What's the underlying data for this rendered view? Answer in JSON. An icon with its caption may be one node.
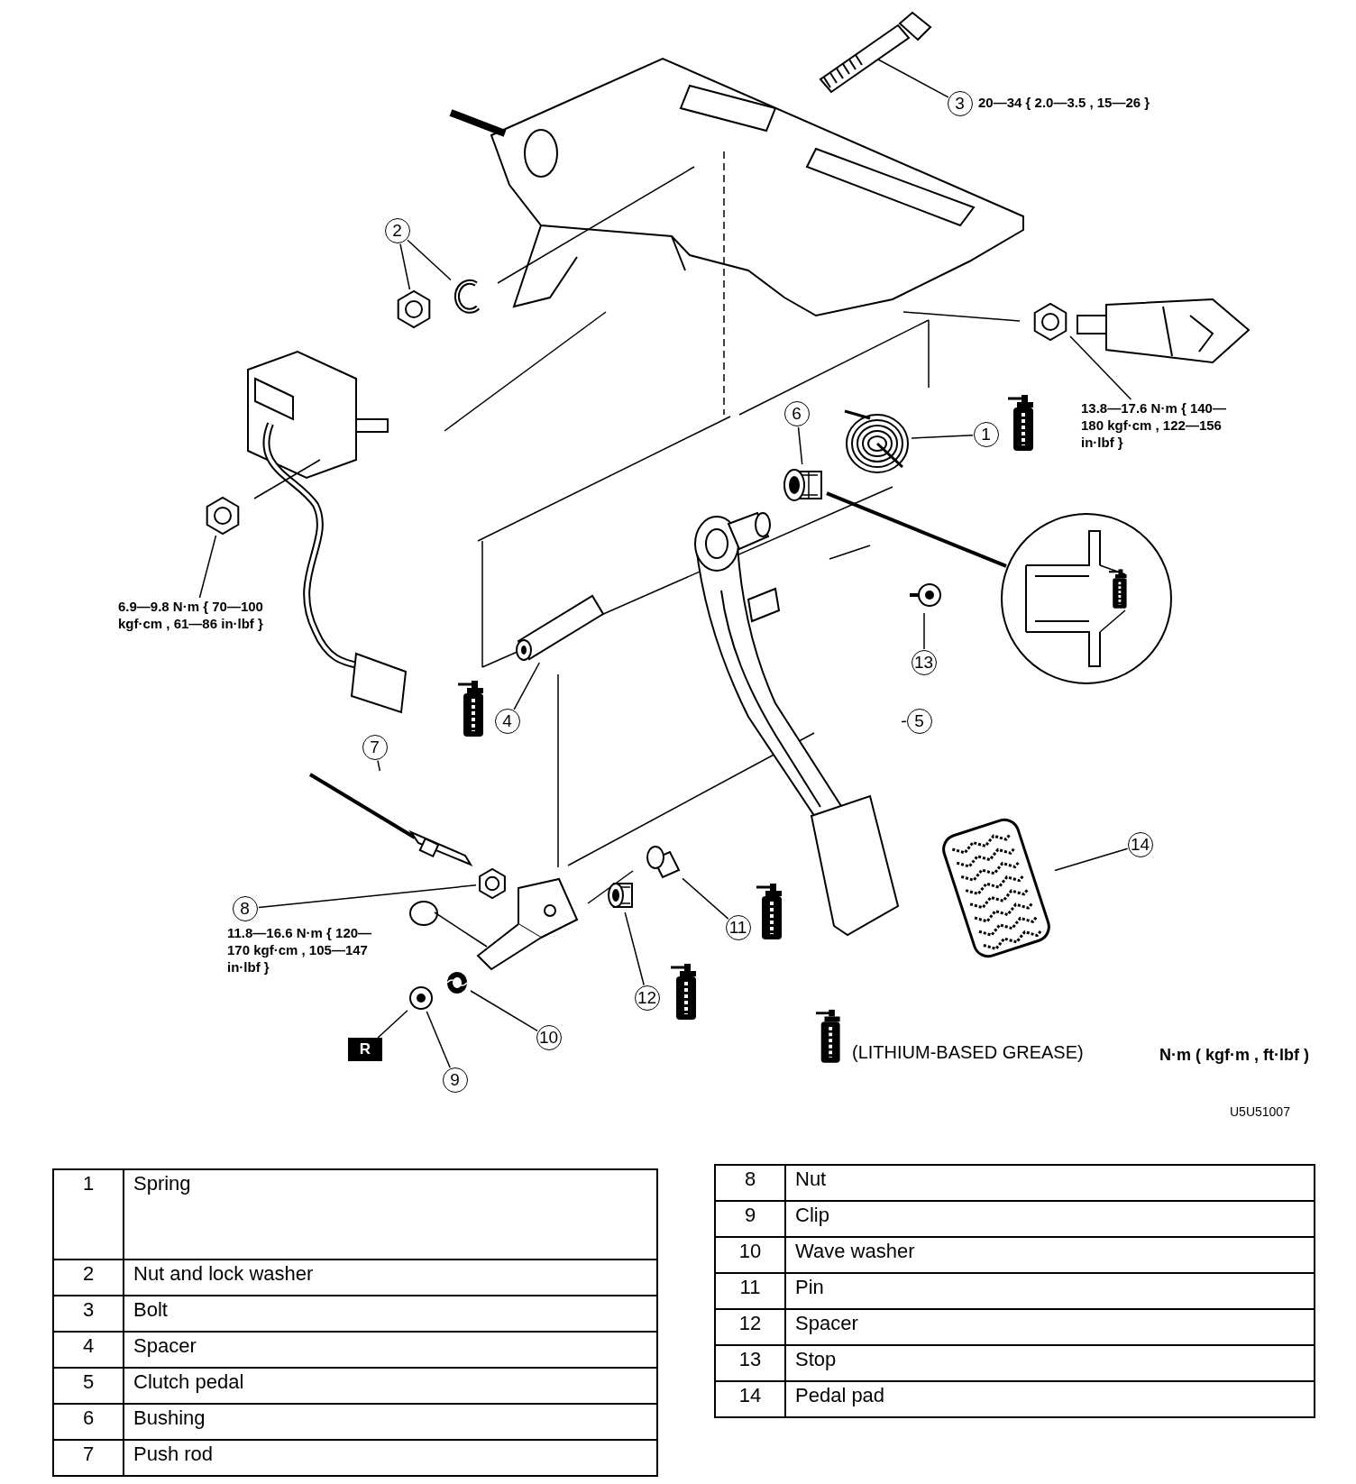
{
  "diagram": {
    "nodes": [
      {
        "text": [
          "1"
        ]
      },
      {
        "text": [],
        "shape": "picture"
      },
      {
        "text": [
          "2"
        ]
      },
      {
        "text": [],
        "shape": "picture"
      },
      {
        "text": [],
        "shape": "picture"
      },
      {
        "text": [
          "3"
        ],
        "beside": [
          "20—34 { 2.0—3.5 , 15—26 }"
        ]
      },
      {
        "text": [],
        "shape": "picture"
      },
      {
        "text": [
          "4"
        ]
      },
      {
        "text": [],
        "shape": "picture"
      },
      {
        "text": [
          "5"
        ]
      },
      {
        "text": [],
        "shape": "picture"
      },
      {
        "text": [
          "6"
        ]
      },
      {
        "text": [],
        "shape": "picture"
      },
      {
        "text": [
          "7"
        ]
      },
      {
        "text": [],
        "shape": "picture"
      },
      {
        "text": [
          "8"
        ],
        "beside": [
          "11.8—16.6 N·m { 120—170 kgf·cm , 105—147 in·lbf }"
        ]
      },
      {
        "text": [],
        "shape": "picture"
      },
      {
        "text": [
          "9"
        ]
      },
      {
        "text": [],
        "shape": "picture"
      },
      {
        "text": [
          "10"
        ]
      },
      {
        "text": [],
        "shape": "picture"
      },
      {
        "text": [
          "11"
        ]
      },
      {
        "text": [],
        "shape": "picture"
      },
      {
        "text": [
          "12"
        ]
      },
      {
        "text": [],
        "shape": "picture"
      },
      {
        "text": [
          "13"
        ]
      },
      {
        "text": [],
        "shape": "picture"
      },
      {
        "text": [
          "14"
        ]
      },
      {
        "text": [],
        "shape": "picture"
      },
      {
        "text": [
          "13.8—17.6 N·m { 140—180 kgf·cm , 122—156 in·lbf }"
        ]
      },
      {
        "text": [],
        "shape": "picture"
      },
      {
        "text": [
          "6.9—9.8 N·m { 70—100 kgf·cm , 61—86 in·lbf }"
        ]
      },
      {
        "text": [],
        "shape": "picture"
      },
      {
        "text": [
          "R"
        ]
      },
      {
        "text": [],
        "shape": "picture"
      }
    ],
    "edges": [
      {
        "from": 0,
        "to": 1,
        "arrow": "none"
      },
      {
        "from": 2,
        "to": 3,
        "arrow": "none"
      },
      {
        "from": 2,
        "to": 4,
        "arrow": "none"
      },
      {
        "from": 5,
        "to": 6,
        "arrow": "none"
      },
      {
        "from": 7,
        "to": 8,
        "arrow": "none"
      },
      {
        "from": 9,
        "to": 10,
        "arrow": "none"
      },
      {
        "from": 11,
        "to": 12,
        "arrow": "none"
      },
      {
        "from": 13,
        "to": 14,
        "arrow": "none"
      },
      {
        "from": 15,
        "to": 16,
        "arrow": "none"
      },
      {
        "from": 17,
        "to": 18,
        "arrow": "none"
      },
      {
        "from": 19,
        "to": 20,
        "arrow": "none"
      },
      {
        "from": 21,
        "to": 22,
        "arrow": "none"
      },
      {
        "from": 23,
        "to": 24,
        "arrow": "none"
      },
      {
        "from": 25,
        "to": 26,
        "arrow": "none"
      },
      {
        "from": 27,
        "to": 28,
        "arrow": "none"
      },
      {
        "from": 29,
        "to": 30,
        "arrow": "none"
      },
      {
        "from": 31,
        "to": 32,
        "arrow": "none"
      },
      {
        "from": 33,
        "to": 18,
        "arrow": "none"
      },
      {
        "from": 12,
        "to": 34,
        "arrow": "none",
        "style": "thick"
      }
    ],
    "labels": [
      "N·m ( kgf·m , ft·lbf )",
      "U5U51007",
      "1",
      "Spring",
      "2",
      "Nut and lock washer",
      "3",
      "Bolt",
      "4",
      "Spacer",
      "5",
      "Clutch pedal",
      "6",
      "Bushing",
      "7",
      "Push rod",
      "8",
      "Nut",
      "9",
      "Clip",
      "10",
      "Wave washer",
      "11",
      "Pin",
      "12",
      "Spacer",
      "13",
      "Stop",
      "14",
      "Pedal pad"
    ],
    "legend": [
      {
        "text": "(LITHIUM-BASED GREASE)"
      }
    ]
  }
}
